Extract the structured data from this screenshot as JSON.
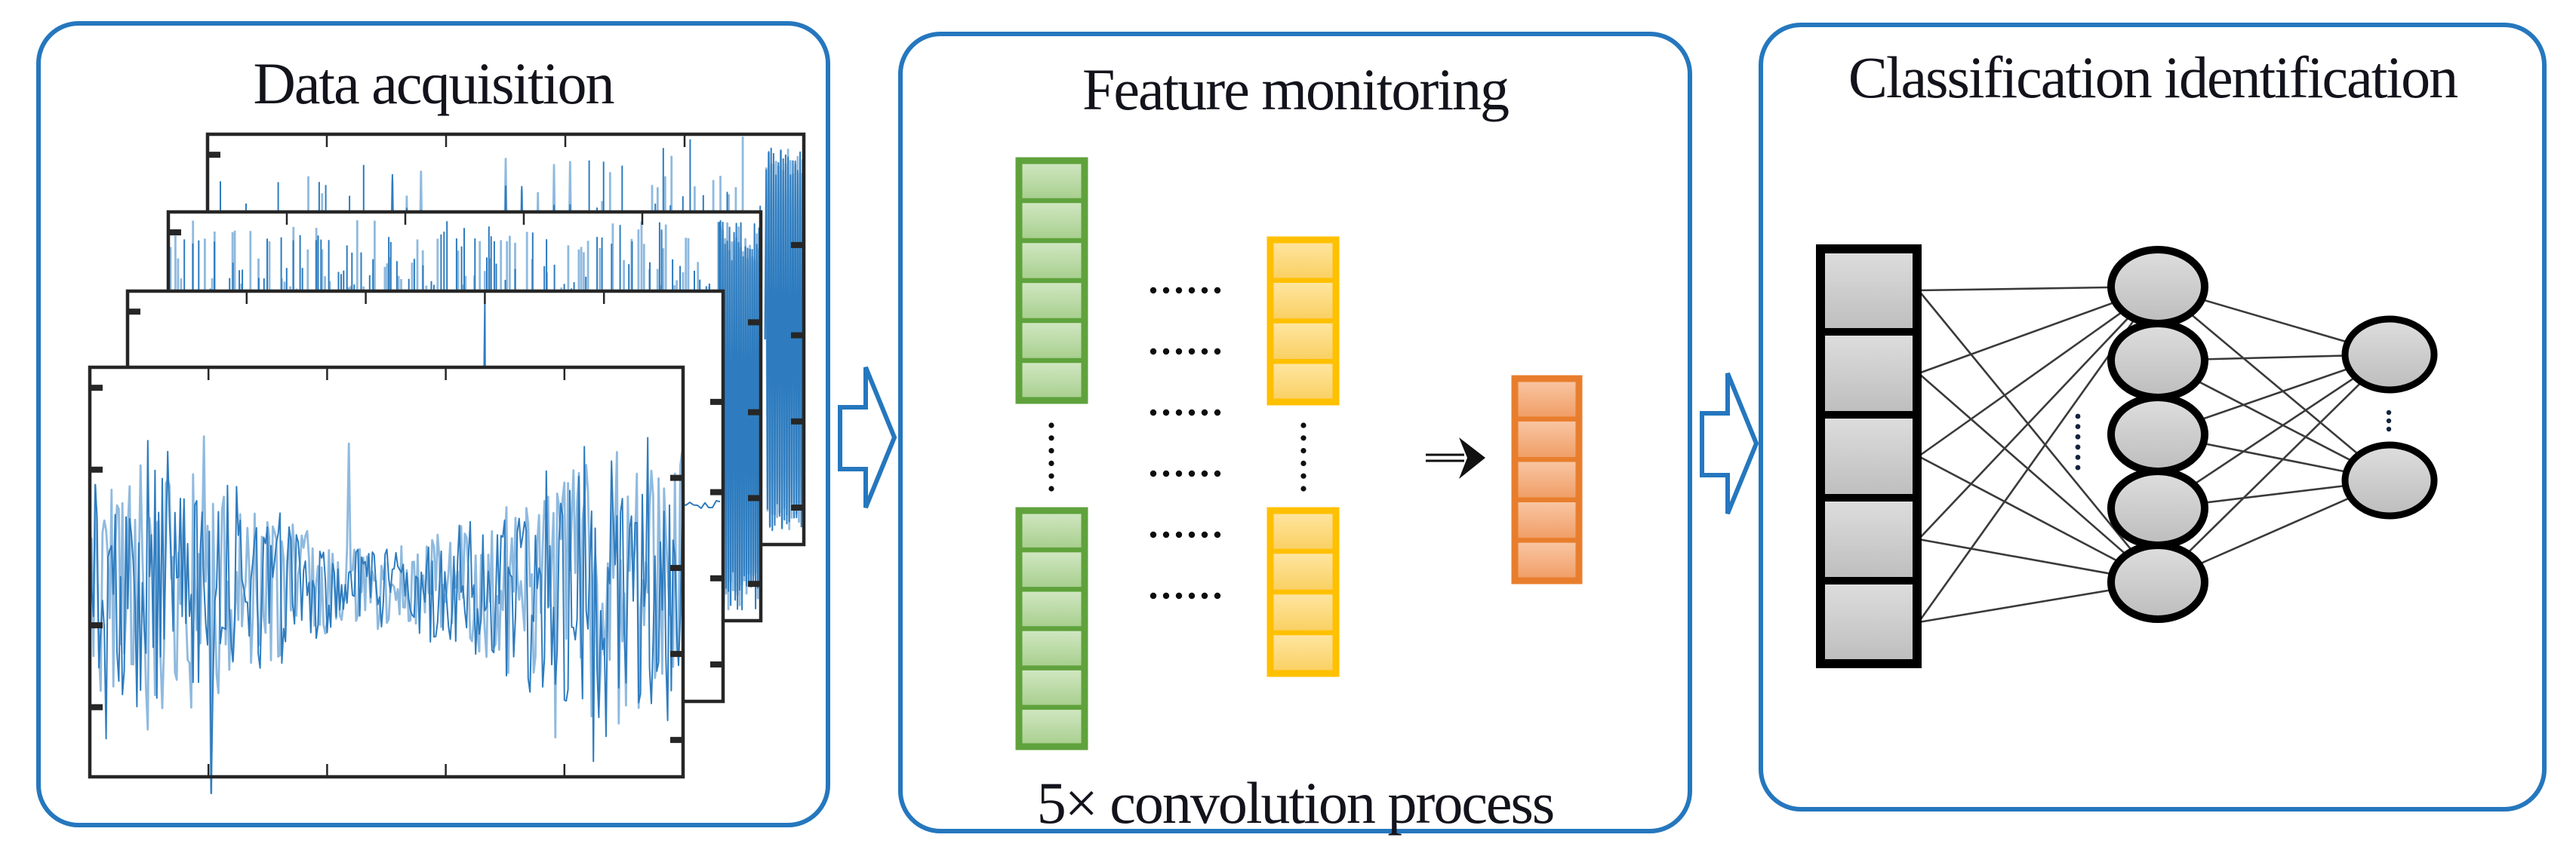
{
  "colors": {
    "panel_border": "#2577BE",
    "title": "#13131C",
    "waveform": "#2E7CBF",
    "waveform_light": "#8FBADF",
    "plot_frame": "#262626",
    "green_border": "#5FA23C",
    "green_fill_top": "#D3E8C4",
    "green_fill_bottom": "#A6CE8C",
    "yellow_border": "#FFC000",
    "yellow_fill_top": "#FFE6A3",
    "yellow_fill_bottom": "#F9CF5F",
    "orange_border": "#E87E2D",
    "orange_fill_top": "#F9C8A6",
    "orange_fill_bottom": "#F09C63",
    "node_border": "#000000",
    "node_fill_top": "#DEDEDE",
    "node_fill_bottom": "#BDBDBD",
    "connection": "#3A3A3A",
    "dots": "#0D0D0D",
    "nn_dots": "#15233F",
    "conv_arrow": "#111111"
  },
  "panels": {
    "acquisition": {
      "title": "Data acquisition",
      "plots": [
        {
          "signal": "spike-comb"
        },
        {
          "signal": "dense-spikes"
        },
        {
          "signal": "quiet-with-spike"
        },
        {
          "signal": "broadband-noise"
        }
      ]
    },
    "feature": {
      "title": "Feature monitoring",
      "caption": "5× convolution process",
      "green_column_cells": 6,
      "yellow_column_cells": 4,
      "orange_column_cells": 5,
      "ellipsis_dots": 6,
      "dot_rows": 6,
      "dots_per_row": 6
    },
    "classification": {
      "title": "Classification identification",
      "input_nodes": 5,
      "hidden_nodes": 5,
      "output_nodes": 2,
      "hidden_ellipsis_dots": 6,
      "output_ellipsis_dots": 3
    }
  },
  "flow_arrows": {
    "count": 2,
    "style": "hollow-block-arrow"
  }
}
